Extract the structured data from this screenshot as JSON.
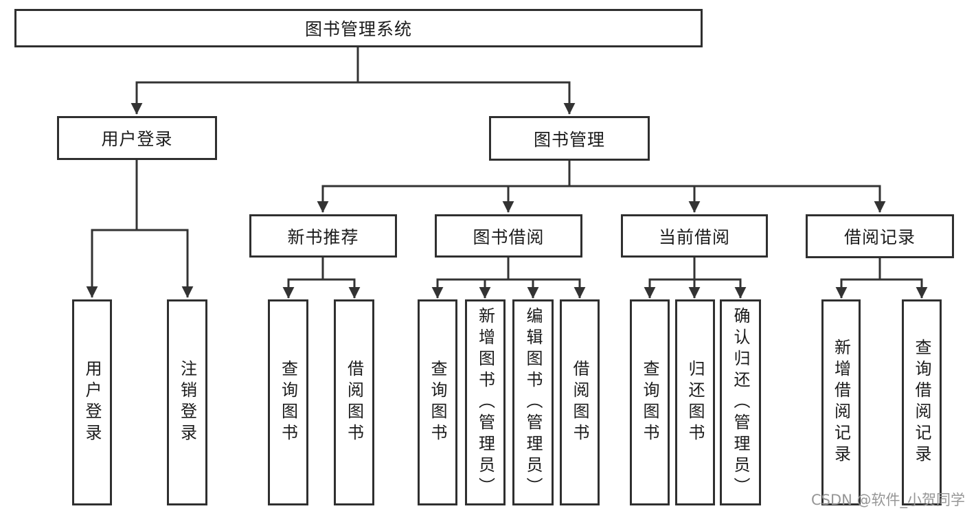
{
  "diagram": {
    "root": "图书管理系统",
    "level2": {
      "user_login": "用户登录",
      "book_mgmt": "图书管理"
    },
    "level3": {
      "new_book_rec": "新书推荐",
      "book_borrow": "图书借阅",
      "current_borrow": "当前借阅",
      "borrow_records": "借阅记录"
    },
    "leaves": {
      "user_login_group": {
        "login": "用户登录",
        "logout": "注销登录"
      },
      "new_book_rec_group": {
        "query": "查询图书",
        "borrow": "借阅图书"
      },
      "book_borrow_group": {
        "query": "查询图书",
        "add": "新增图书（管理员）",
        "edit": "编辑图书（管理员）",
        "borrow": "借阅图书"
      },
      "current_borrow_group": {
        "query": "查询图书",
        "return": "归还图书",
        "confirm": "确认归还（管理员）"
      },
      "borrow_records_group": {
        "add": "新增借阅记录",
        "query": "查询借阅记录"
      }
    },
    "colors": {
      "line": "#333333",
      "box_border": "#2f2f2f",
      "text": "#1b1b1b",
      "background": "#ffffff"
    }
  },
  "watermark": {
    "text": "CSDN @软件_小贺同学",
    "color": "#969696"
  }
}
